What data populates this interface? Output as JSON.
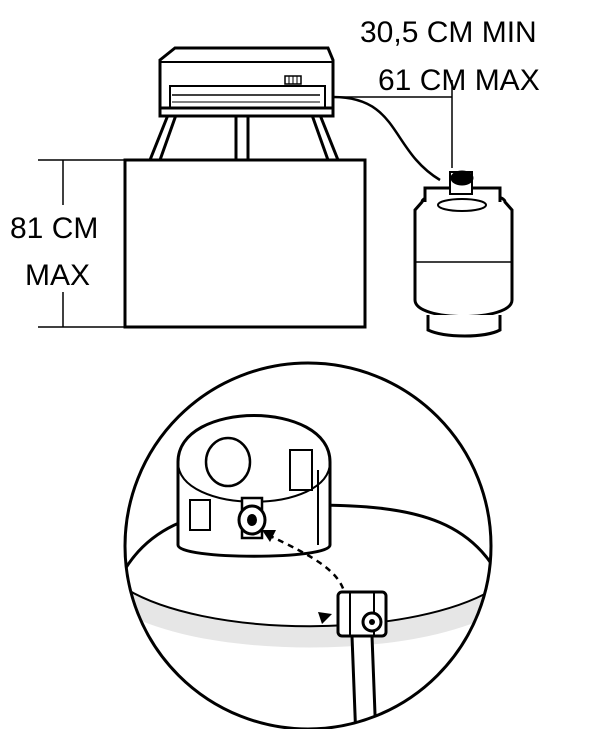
{
  "labels": {
    "hose_length_min": "30,5 CM MIN",
    "hose_length_max": "61 CM MAX",
    "height_value": "81 CM",
    "height_max": "MAX"
  },
  "colors": {
    "ink": "#000000",
    "paper": "#ffffff",
    "shade": "#c8c8c8"
  }
}
